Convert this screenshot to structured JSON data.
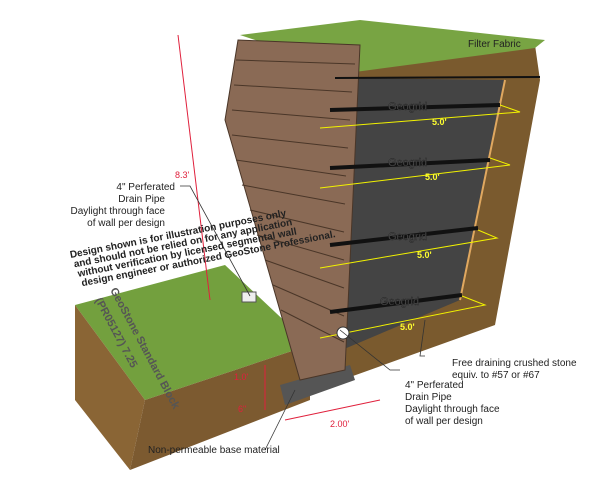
{
  "labels": {
    "filter_fabric": "Filter Fabric",
    "geogrid": [
      "Geogrid",
      "Geogrid",
      "Geogrid",
      "Geogrid"
    ],
    "grid_length": [
      "5.0'",
      "5.0'",
      "5.0'",
      "5.0'"
    ],
    "wall_height": "8.3'",
    "drain_pipe_upper": [
      "4\" Perferated",
      "Drain Pipe",
      "Daylight through face",
      "of wall per design"
    ],
    "drain_pipe_lower": [
      "4\" Perferated",
      "Drain Pipe",
      "Daylight through face",
      "of wall per design"
    ],
    "crushed_stone": [
      "Free draining crushed stone",
      "equiv. to #57 or #67"
    ],
    "embedment": "1.0'",
    "base_depth": "6\"",
    "base_width": "2.00'",
    "base_material": "Non-permeable base material",
    "disclaimer": [
      "Design shown is for illustration purposes only",
      "and should not be relied on for any application",
      "without verification by licensed segmental wall",
      "design engineer or authorized GeoStone Professional."
    ],
    "ground_text": [
      "GeoStone Standard Block",
      "(PR05127) 7.25"
    ]
  },
  "colors": {
    "grass": "#6f9a3c",
    "soil": "#7a5a2e",
    "gravel": "#3f3f3f",
    "block": "#8a6a55",
    "dimension": "#e0203c",
    "grid_dim": "#f2f200"
  }
}
